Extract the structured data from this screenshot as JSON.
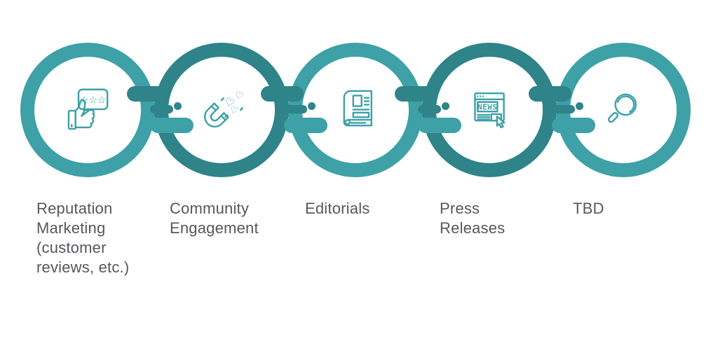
{
  "colors": {
    "ring_light": "#3DA1A7",
    "ring_dark": "#2E8488",
    "icon_teal": "#3BA1A7",
    "text_gray": "#55575B",
    "background": "#FFFFFF"
  },
  "nodes": [
    {
      "label": "Reputation\nMarketing\n(customer\nreviews, etc.)",
      "icon": "customer-review-icon",
      "ring": "light"
    },
    {
      "label": "Community\nEngagement",
      "icon": "magnet-hearts-icon",
      "ring": "dark"
    },
    {
      "label": "Editorials",
      "icon": "newspaper-icon",
      "ring": "light"
    },
    {
      "label": "Press\nReleases",
      "icon": "news-browser-icon",
      "ring": "dark"
    },
    {
      "label": "TBD",
      "icon": "magnifying-glass-icon",
      "ring": "light"
    }
  ],
  "icon_text": {
    "news": "NEWS"
  },
  "glyphs": {
    "star": "☆",
    "heart": "♡"
  }
}
